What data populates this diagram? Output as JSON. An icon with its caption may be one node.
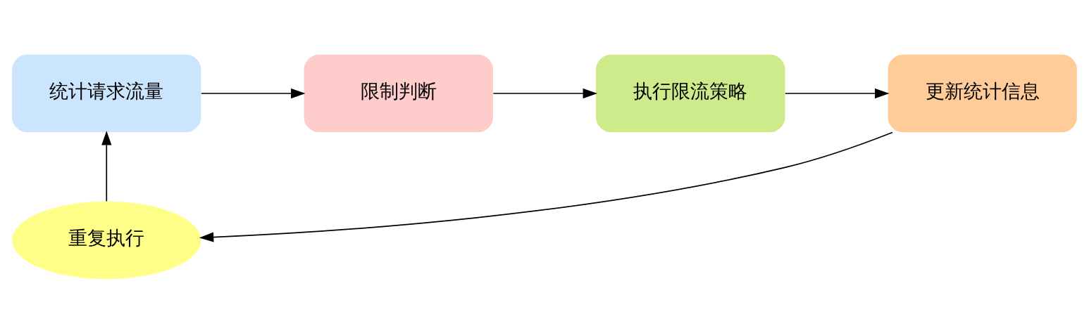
{
  "diagram": {
    "nodes": [
      {
        "text": [
          "统计请求流量"
        ]
      },
      {
        "text": [
          "限制判断"
        ]
      },
      {
        "text": [
          "执行限流策略"
        ]
      },
      {
        "text": [
          "更新统计信息"
        ]
      },
      {
        "text": [
          "重复执行"
        ]
      }
    ],
    "edges": [
      {
        "from": 0,
        "to": 1,
        "arrow": "to"
      },
      {
        "from": 1,
        "to": 2,
        "arrow": "to"
      },
      {
        "from": 2,
        "to": 3,
        "arrow": "to"
      },
      {
        "from": 3,
        "to": 4,
        "arrow": "to"
      },
      {
        "from": 4,
        "to": 0,
        "arrow": "to"
      }
    ]
  }
}
